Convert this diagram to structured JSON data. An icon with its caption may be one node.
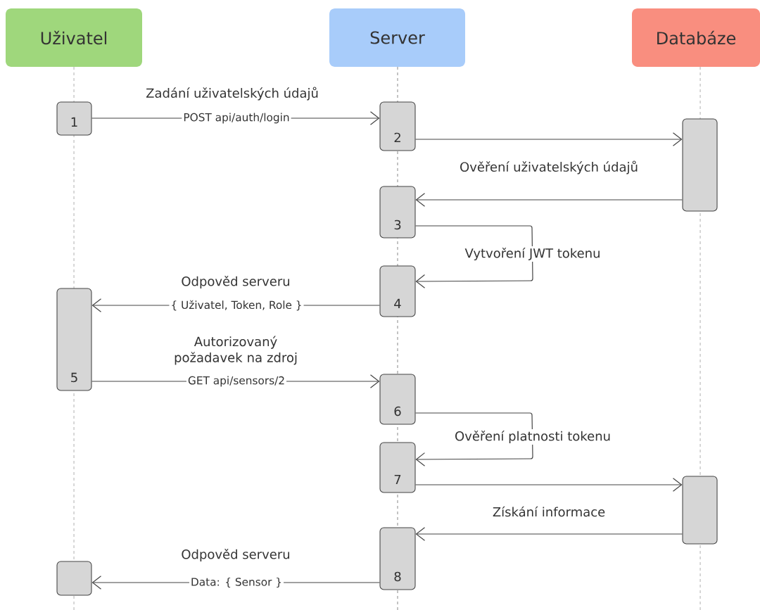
{
  "diagram": {
    "nodes": [
      {
        "text": [
          "Uživatel"
        ]
      },
      {
        "text": [
          "Server"
        ]
      },
      {
        "text": [
          "Databáze"
        ]
      },
      {
        "text": [
          "1"
        ]
      },
      {
        "text": [
          "2"
        ]
      },
      {
        "text": [],
        "shape": "box"
      },
      {
        "text": [
          "3"
        ]
      },
      {
        "text": [
          "4"
        ]
      },
      {
        "text": [
          "5"
        ]
      },
      {
        "text": [
          "6"
        ]
      },
      {
        "text": [
          "7"
        ]
      },
      {
        "text": [],
        "shape": "box"
      },
      {
        "text": [
          "8"
        ]
      },
      {
        "text": [],
        "shape": "box"
      }
    ],
    "edges": [
      {
        "from": 3,
        "to": 4,
        "arrow": "to",
        "label": "POST api/auth/login"
      },
      {
        "from": 4,
        "to": 5,
        "arrow": "to"
      },
      {
        "from": 5,
        "to": 6,
        "arrow": "to",
        "label": "Ověření uživatelských údajů"
      },
      {
        "from": 6,
        "to": 7,
        "arrow": "to",
        "label": "Vytvoření JWT tokenu"
      },
      {
        "from": 7,
        "to": 8,
        "arrow": "to",
        "label": "{ Uživatel, Token, Role }"
      },
      {
        "from": 8,
        "to": 9,
        "arrow": "to",
        "label": "GET api/sensors/2"
      },
      {
        "from": 9,
        "to": 10,
        "arrow": "to",
        "label": "Ověření platnosti tokenu"
      },
      {
        "from": 10,
        "to": 11,
        "arrow": "to"
      },
      {
        "from": 11,
        "to": 12,
        "arrow": "to",
        "label": "Získání informace"
      },
      {
        "from": 12,
        "to": 13,
        "arrow": "to",
        "label": "Data: { Sensor }"
      }
    ],
    "labels": [
      "Zadání uživatelských údajů",
      "Odpověd serveru",
      "Autorizovaný požadavek na zdroj",
      "Odpověd serveru"
    ]
  }
}
